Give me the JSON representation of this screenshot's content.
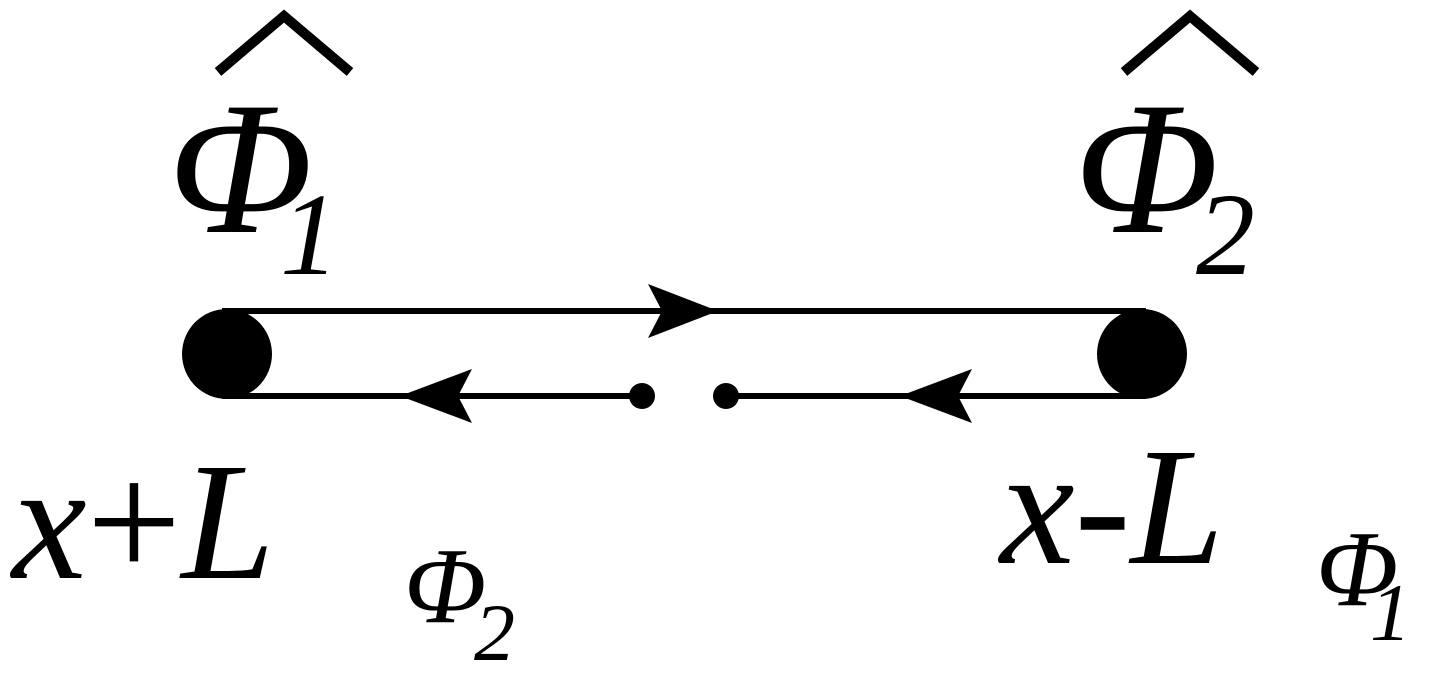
{
  "diagram": {
    "vertex_left": {
      "symbol": "Φ",
      "hat": "^",
      "subscript": "1",
      "position_label": {
        "base": "x",
        "operator": "+",
        "length_symbol": "L",
        "length_sub_symbol": "Φ",
        "length_sub_index": "2"
      }
    },
    "vertex_right": {
      "symbol": "Φ",
      "hat": "^",
      "subscript": "2",
      "position_label": {
        "base": "x",
        "operator": "-",
        "length_symbol": "L",
        "length_sub_symbol": "Φ",
        "length_sub_index": "1"
      }
    },
    "colors": {
      "ink": "#000000",
      "background": "#ffffff"
    }
  }
}
